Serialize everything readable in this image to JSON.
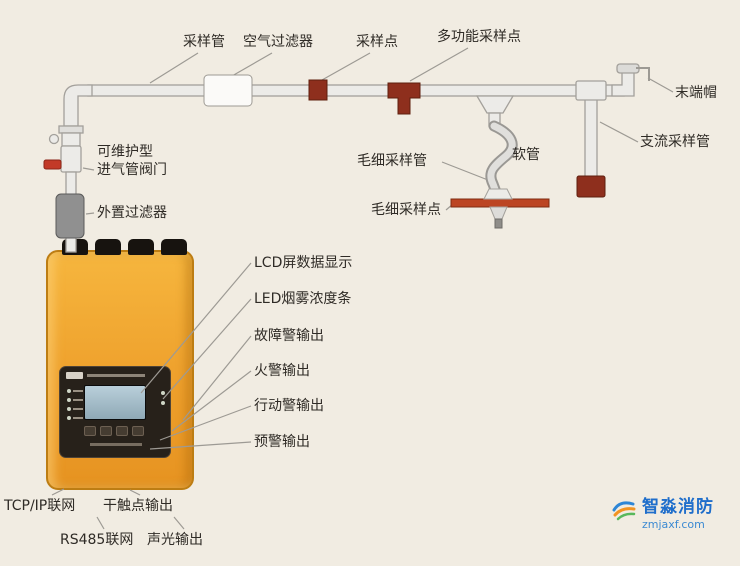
{
  "pipe_labels": {
    "sampling_pipe": "采样管",
    "air_filter": "空气过滤器",
    "sampling_point": "采样点",
    "multi_function_sampling_point": "多功能采样点",
    "end_cap": "末端帽",
    "branch_sampling_pipe": "支流采样管",
    "soft_hose": "软管",
    "capillary_sampling_pipe": "毛细采样管",
    "capillary_sampling_point": "毛细采样点",
    "valve_line1": "可维护型",
    "valve_line2": "进气管阀门",
    "external_filter": "外置过滤器"
  },
  "device_labels": {
    "lcd_display": "LCD屏数据显示",
    "led_bar": "LED烟雾浓度条",
    "fault_alarm_output": "故障警输出",
    "fire_alarm_output": "火警输出",
    "action_alarm_output": "行动警输出",
    "prewarning_output": "预警输出"
  },
  "io_labels": {
    "tcpip": "TCP/IP联网",
    "dry_contact": "干触点输出",
    "rs485": "RS485联网",
    "sound_light": "声光输出"
  },
  "logo": {
    "name": "智淼消防",
    "url": "zmjaxf.com"
  },
  "colors": {
    "background": "#f1ece2",
    "dark_red": "#8e2f1d",
    "bright_red_bar": "#bc4523",
    "device_orange": "#eea02c",
    "logo_blue": "#1f6ecb"
  }
}
